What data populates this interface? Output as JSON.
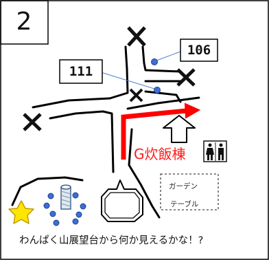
{
  "panel_number": "2",
  "sites": {
    "site_106": "106",
    "site_111": "111"
  },
  "building_label": "G炊飯棟",
  "garden_table": {
    "line1": "ガーデン",
    "line2": "テーブル"
  },
  "caption": "わんぱく山展望台から何か見えるかな！?",
  "colors": {
    "arrow": "#ff0000",
    "building_label": "#ff1a1a",
    "markers": "#3a6fd8",
    "leader_lines": "#4a7fcf",
    "star": "#ffe600"
  },
  "icons": [
    "blocked-x-icon",
    "restroom-icon",
    "star-icon",
    "post-icon",
    "up-arrow-icon"
  ]
}
